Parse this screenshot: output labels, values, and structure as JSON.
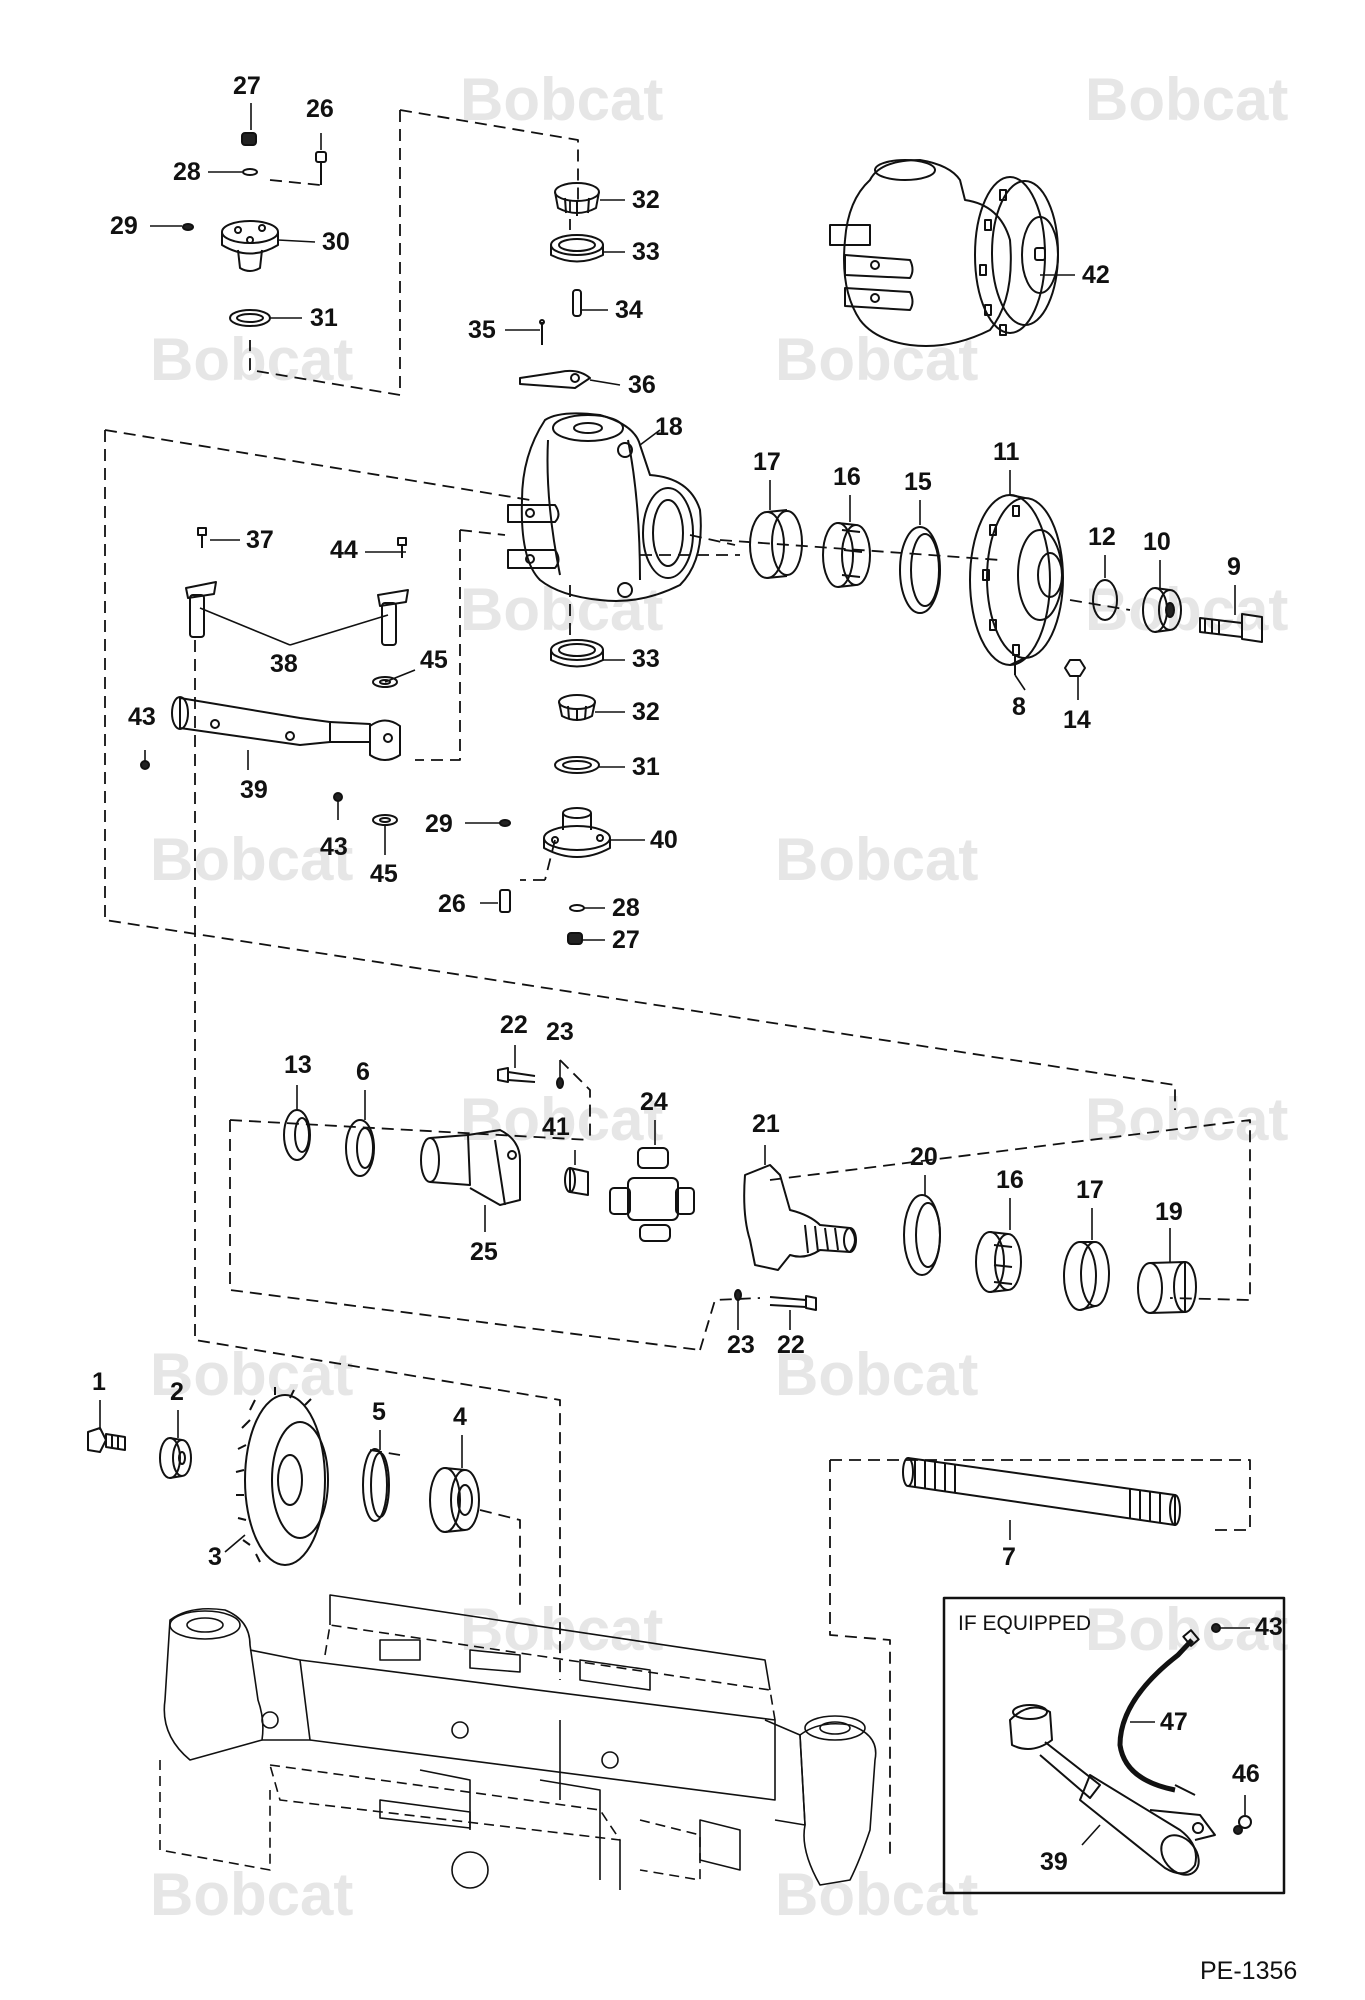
{
  "watermark": {
    "brand": "Bobcat"
  },
  "inset": {
    "label": "IF EQUIPPED"
  },
  "drawing_id": "PE-1356",
  "callouts": [
    {
      "n": "27"
    },
    {
      "n": "26"
    },
    {
      "n": "28"
    },
    {
      "n": "29"
    },
    {
      "n": "30"
    },
    {
      "n": "31"
    },
    {
      "n": "32"
    },
    {
      "n": "33"
    },
    {
      "n": "34"
    },
    {
      "n": "35"
    },
    {
      "n": "36"
    },
    {
      "n": "42"
    },
    {
      "n": "18"
    },
    {
      "n": "17"
    },
    {
      "n": "16"
    },
    {
      "n": "15"
    },
    {
      "n": "11"
    },
    {
      "n": "12"
    },
    {
      "n": "10"
    },
    {
      "n": "9"
    },
    {
      "n": "8"
    },
    {
      "n": "14"
    },
    {
      "n": "37"
    },
    {
      "n": "44"
    },
    {
      "n": "38"
    },
    {
      "n": "45"
    },
    {
      "n": "43"
    },
    {
      "n": "39"
    },
    {
      "n": "43"
    },
    {
      "n": "45"
    },
    {
      "n": "33"
    },
    {
      "n": "32"
    },
    {
      "n": "31"
    },
    {
      "n": "29"
    },
    {
      "n": "40"
    },
    {
      "n": "26"
    },
    {
      "n": "28"
    },
    {
      "n": "27"
    },
    {
      "n": "22"
    },
    {
      "n": "23"
    },
    {
      "n": "13"
    },
    {
      "n": "6"
    },
    {
      "n": "24"
    },
    {
      "n": "41"
    },
    {
      "n": "21"
    },
    {
      "n": "20"
    },
    {
      "n": "16"
    },
    {
      "n": "17"
    },
    {
      "n": "19"
    },
    {
      "n": "25"
    },
    {
      "n": "23"
    },
    {
      "n": "22"
    },
    {
      "n": "1"
    },
    {
      "n": "2"
    },
    {
      "n": "5"
    },
    {
      "n": "4"
    },
    {
      "n": "3"
    },
    {
      "n": "7"
    },
    {
      "n": "43"
    },
    {
      "n": "47"
    },
    {
      "n": "46"
    },
    {
      "n": "39"
    }
  ]
}
